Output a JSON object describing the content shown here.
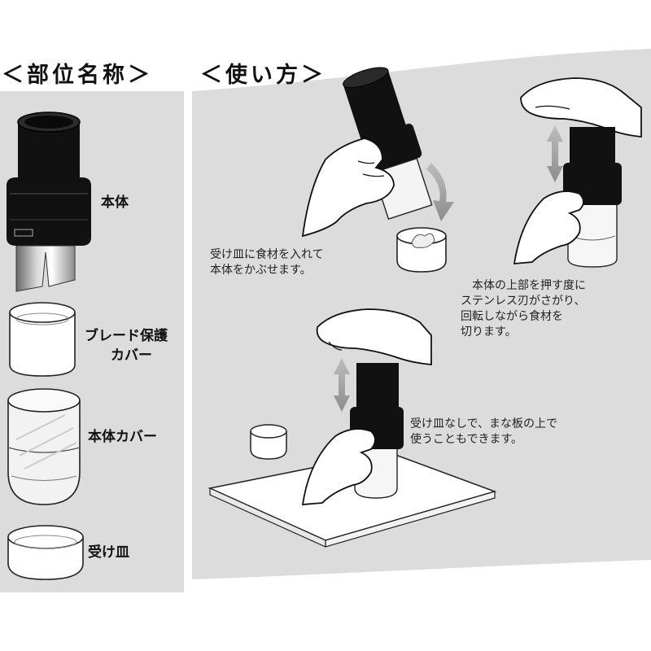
{
  "sections": {
    "parts_heading": "＜部位名称＞",
    "usage_heading": "＜使い方＞"
  },
  "parts": [
    {
      "label": "本体"
    },
    {
      "label_line1": "ブレード保護",
      "label_line2": "カバー"
    },
    {
      "label": "本体カバー"
    },
    {
      "label": "受け皿"
    }
  ],
  "steps": [
    {
      "line1": "受け皿に食材を入れて",
      "line2": "本体をかぶせます。"
    },
    {
      "line1": "本体の上部を押す度に",
      "line2": "ステンレス刃がさがり、",
      "line3": "回転しながら食材を",
      "line4": "切ります。"
    },
    {
      "line1": "受け皿なしで、まな板の上で",
      "line2": "使うこともできます。"
    }
  ],
  "colors": {
    "panel_background": "#dcdcdc",
    "device_body": "#111111",
    "outline": "#222222",
    "arrow": "#9a9a9a"
  }
}
